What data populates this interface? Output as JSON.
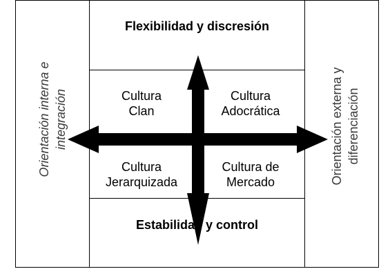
{
  "top_label": "Flexibilidad y discresión",
  "bottom_label": "Estabilidad y control",
  "left_label": {
    "line1": "Orientación interna e",
    "line2": "integración"
  },
  "right_label": {
    "line1": "Orientación externa y",
    "line2": "diferenciación"
  },
  "quadrants": {
    "top_left": {
      "line1": "Cultura",
      "line2": "Clan"
    },
    "top_right": {
      "line1": "Cultura",
      "line2": "Adocrática"
    },
    "bottom_left": {
      "line1": "Cultura",
      "line2": "Jerarquizada"
    },
    "bottom_right": {
      "line1": "Cultura de",
      "line2": "Mercado"
    }
  },
  "colors": {
    "border": "#000000",
    "arrow": "#000000",
    "side_text": "#3a3a3a"
  }
}
